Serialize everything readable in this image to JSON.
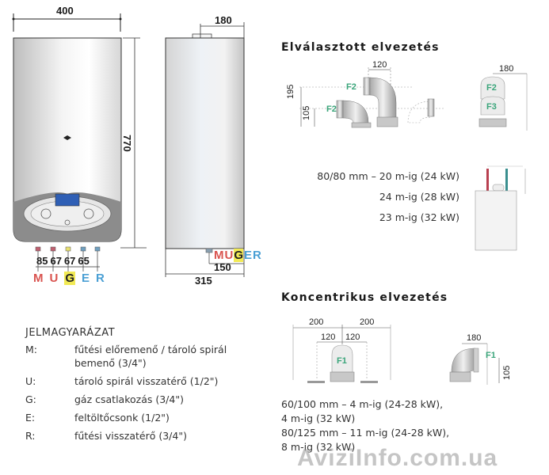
{
  "front_view": {
    "width_label": "400",
    "height_label": "770",
    "connection_spacings": [
      "85",
      "67",
      "67",
      "65"
    ],
    "connection_letters": [
      {
        "letter": "M",
        "color": "#d9534f"
      },
      {
        "letter": "U",
        "color": "#d9534f"
      },
      {
        "letter": "G",
        "color": "#222222",
        "highlight": "#f2ea55"
      },
      {
        "letter": "E",
        "color": "#4a9fd4"
      },
      {
        "letter": "R",
        "color": "#4a9fd4"
      }
    ]
  },
  "side_view": {
    "top_offset_label": "180",
    "depth_label": "315",
    "bottom_offset_label": "150",
    "connection_letters": [
      {
        "letter": "M",
        "color": "#d9534f"
      },
      {
        "letter": "U",
        "color": "#d9534f"
      },
      {
        "letter": "G",
        "color": "#222222",
        "highlight": "#f2ea55"
      },
      {
        "letter": "E",
        "color": "#4a9fd4"
      },
      {
        "letter": "R",
        "color": "#4a9fd4"
      }
    ]
  },
  "separated_exhaust": {
    "title": "Elválasztott elvezetés",
    "dims": {
      "width_120": "120",
      "height_195": "195",
      "height_105": "105",
      "width_180": "180"
    },
    "fitting_labels": [
      "F2",
      "F2",
      "F2",
      "F3"
    ],
    "specs": [
      "80/80 mm – 20 m-ig (24 kW)",
      "24 m-ig (28 kW)",
      "23 m-ig (32 kW)"
    ]
  },
  "concentric_exhaust": {
    "title": "Koncentrikus elvezetés",
    "dims": {
      "outer_left": "200",
      "outer_right": "200",
      "inner_left": "120",
      "inner_right": "120",
      "elbow_width": "180",
      "elbow_height": "105"
    },
    "fitting_labels": [
      "F1",
      "F1"
    ],
    "specs": [
      "60/100 mm – 4 m-ig (24-28 kW),",
      "4 m-ig (32 kW)",
      "80/125 mm – 11 m-ig (24-28 kW),",
      "8 m-ig (32 kW)"
    ]
  },
  "legend": {
    "title": "JELMAGYARÁZAT",
    "items": [
      {
        "key": "M:",
        "desc": "fűtési előremenő / tároló spirál bemenő (3/4\")"
      },
      {
        "key": "U:",
        "desc": "tároló spirál visszatérő (1/2\")"
      },
      {
        "key": "G:",
        "desc": "gáz csatlakozás (3/4\")"
      },
      {
        "key": "E:",
        "desc": "feltöltőcsonk (1/2\")"
      },
      {
        "key": "R:",
        "desc": "fűtési visszatérő (3/4\")"
      }
    ]
  },
  "watermark": "AviziInfo.com.ua",
  "colors": {
    "red": "#d9534f",
    "blue": "#4a9fd4",
    "yellow": "#f2ea55",
    "fitting_green": "#3aa57a",
    "panel_grey": "#8c8c8c"
  }
}
